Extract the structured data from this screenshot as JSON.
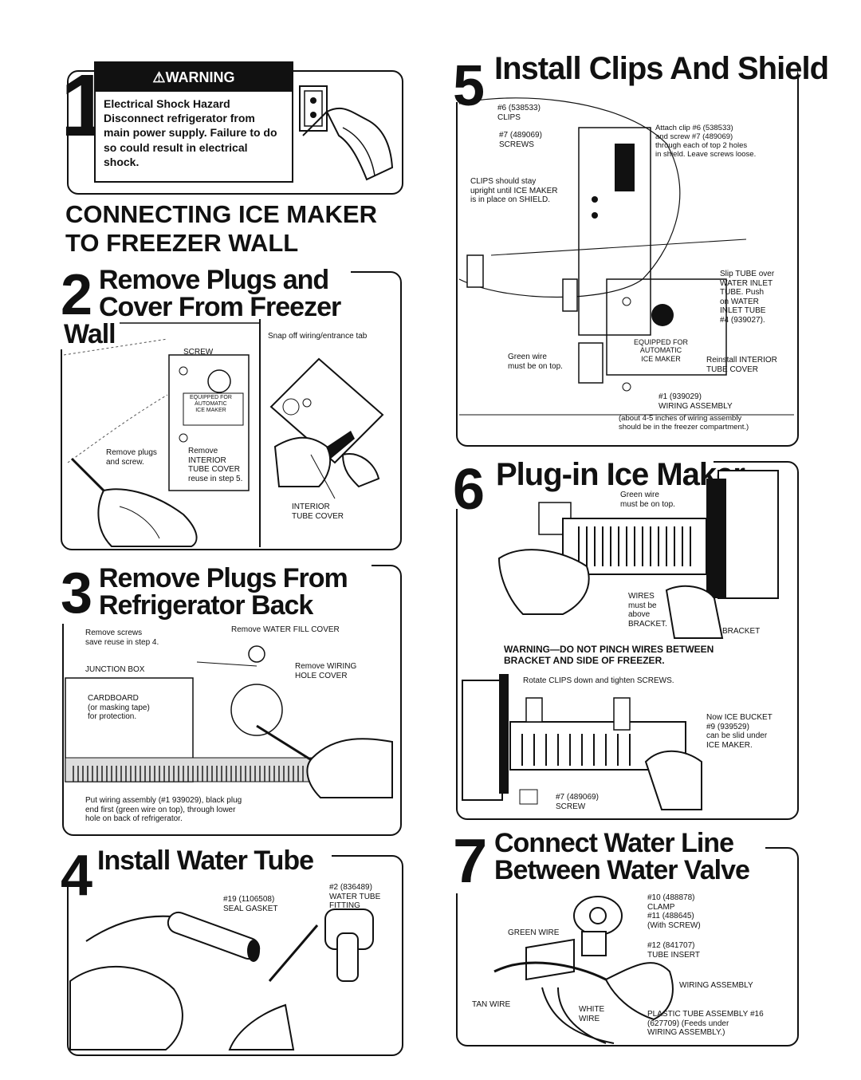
{
  "step1": {
    "number": "1",
    "warning_label": "WARNING",
    "warning_title": "Electrical Shock Hazard",
    "warning_body": "Disconnect refrigerator from main power supply. Failure to do so could result in electrical shock."
  },
  "heading": {
    "line1": "CONNECTING ICE MAKER",
    "line2": "TO FREEZER WALL"
  },
  "step2": {
    "number": "2",
    "title_line1": "Remove Plugs and",
    "title_line2": "Cover From Freezer",
    "title_line3": "Wall",
    "screw": "SCREW",
    "snap_off": "Snap off wiring/entrance tab",
    "remove_plugs": "Remove plugs\nand screw.",
    "remove_interior": "Remove\nINTERIOR\nTUBE COVER\nreuse in step 5.",
    "interior_tube_cover": "INTERIOR\nTUBE COVER",
    "equipped": "EQUIPPED FOR\nAUTOMATIC\nICE MAKER"
  },
  "step3": {
    "number": "3",
    "title_line1": "Remove Plugs From",
    "title_line2": "Refrigerator Back",
    "remove_screws": "Remove screws\nsave reuse in step 4.",
    "remove_water_fill": "Remove WATER FILL COVER",
    "junction_box": "JUNCTION BOX",
    "remove_wiring": "Remove WIRING\nHOLE COVER",
    "cardboard": "CARDBOARD\n(or masking tape)\nfor protection.",
    "put_wiring": "Put wiring assembly (#1 939029), black plug\nend first (green wire on top), through lower\nhole on back of refrigerator."
  },
  "step4": {
    "number": "4",
    "title": "Install Water Tube",
    "seal_gasket": "#19 (1106508)\nSEAL GASKET",
    "water_tube_fitting": "#2 (836489)\nWATER TUBE\nFITTING"
  },
  "step5": {
    "number": "5",
    "title": "Install Clips And Shield",
    "clips": "#6 (538533)\nCLIPS",
    "screws": "#7 (489069)\nSCREWS",
    "attach_clip": "Attach clip #6 (538533)\nand screw #7 (489069)\nthrough each of top 2 holes\nin shield. Leave screws loose.",
    "clips_stay": "CLIPS should stay\nupright until ICE MAKER\nis in place on SHIELD.",
    "slip_tube": "Slip TUBE over\nWATER INLET\nTUBE. Push\non WATER\nINLET TUBE\n#4 (939027).",
    "green_wire": "Green wire\nmust be on top.",
    "reinstall": "Reinstall INTERIOR\nTUBE COVER",
    "wiring_assembly": "#1 (939029)\nWIRING ASSEMBLY",
    "about_wiring": "(about 4-5 inches of wiring assembly\nshould be in the freezer compartment.)",
    "equipped": "EQUIPPED FOR\nAUTOMATIC\nICE MAKER"
  },
  "step6": {
    "number": "6",
    "title": "Plug-in Ice Maker",
    "green_wire": "Green wire\nmust be on top.",
    "wires": "WIRES\nmust be\nabove\nBRACKET.",
    "bracket": "BRACKET",
    "warning": "WARNING—DO NOT PINCH WIRES BETWEEN\nBRACKET AND SIDE OF FREEZER.",
    "rotate": "Rotate CLIPS down and tighten SCREWS.",
    "ice_bucket": "Now ICE BUCKET\n#9 (939529)\ncan be slid under\nICE MAKER.",
    "screw": "#7 (489069)\nSCREW"
  },
  "step7": {
    "number": "7",
    "title_line1": "Connect Water Line",
    "title_line2": "Between Water Valve",
    "clamp": "#10 (488878)\nCLAMP\n#11 (488645)\n(With SCREW)",
    "green_wire": "GREEN WIRE",
    "tube_insert": "#12 (841707)\nTUBE INSERT",
    "wiring_assembly": "WIRING ASSEMBLY",
    "tan_wire": "TAN WIRE",
    "white_wire": "WHITE\nWIRE",
    "plastic_tube": "PLASTIC TUBE ASSEMBLY #16\n(627709) (Feeds under\nWIRING ASSEMBLY.)"
  }
}
